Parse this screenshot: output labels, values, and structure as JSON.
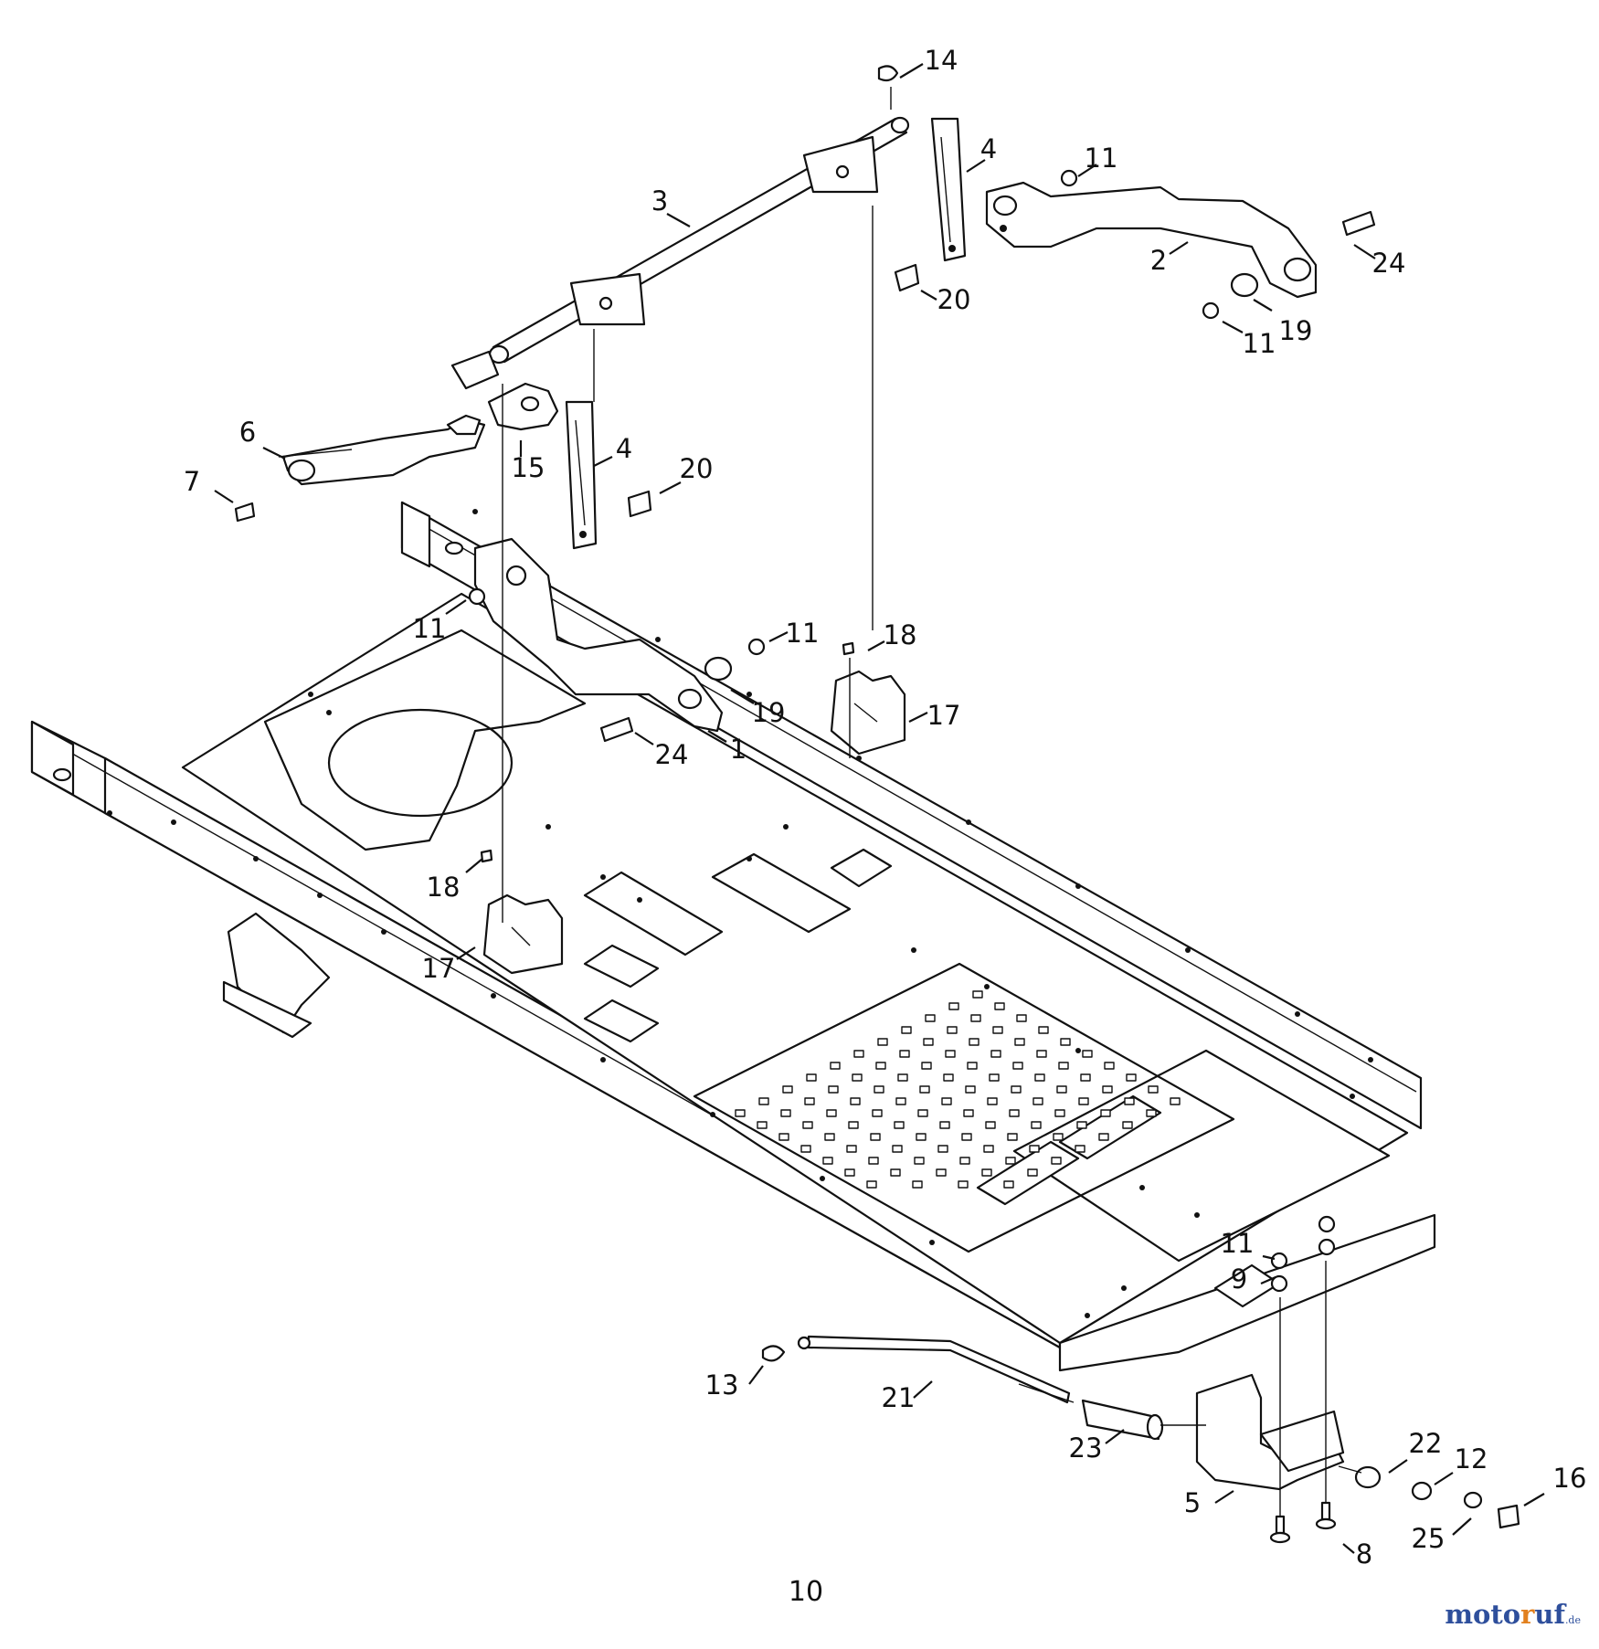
{
  "diagram": {
    "callouts": [
      {
        "label": "14"
      },
      {
        "label": "4"
      },
      {
        "label": "11"
      },
      {
        "label": "3"
      },
      {
        "label": "24"
      },
      {
        "label": "2"
      },
      {
        "label": "20"
      },
      {
        "label": "19"
      },
      {
        "label": "11"
      },
      {
        "label": "6"
      },
      {
        "label": "15"
      },
      {
        "label": "4"
      },
      {
        "label": "20"
      },
      {
        "label": "7"
      },
      {
        "label": "11"
      },
      {
        "label": "11"
      },
      {
        "label": "18"
      },
      {
        "label": "19"
      },
      {
        "label": "17"
      },
      {
        "label": "24"
      },
      {
        "label": "1"
      },
      {
        "label": "18"
      },
      {
        "label": "17"
      },
      {
        "label": "11"
      },
      {
        "label": "9"
      },
      {
        "label": "13"
      },
      {
        "label": "21"
      },
      {
        "label": "23"
      },
      {
        "label": "22"
      },
      {
        "label": "12"
      },
      {
        "label": "16"
      },
      {
        "label": "5"
      },
      {
        "label": "25"
      },
      {
        "label": "8"
      }
    ],
    "page_number": "10"
  },
  "watermark": {
    "part1": "moto",
    "part2": "r",
    "part3": "uf",
    "suffix": ".de",
    "colors": {
      "primary": "#2e4f9c",
      "accent": "#e2801e"
    }
  }
}
